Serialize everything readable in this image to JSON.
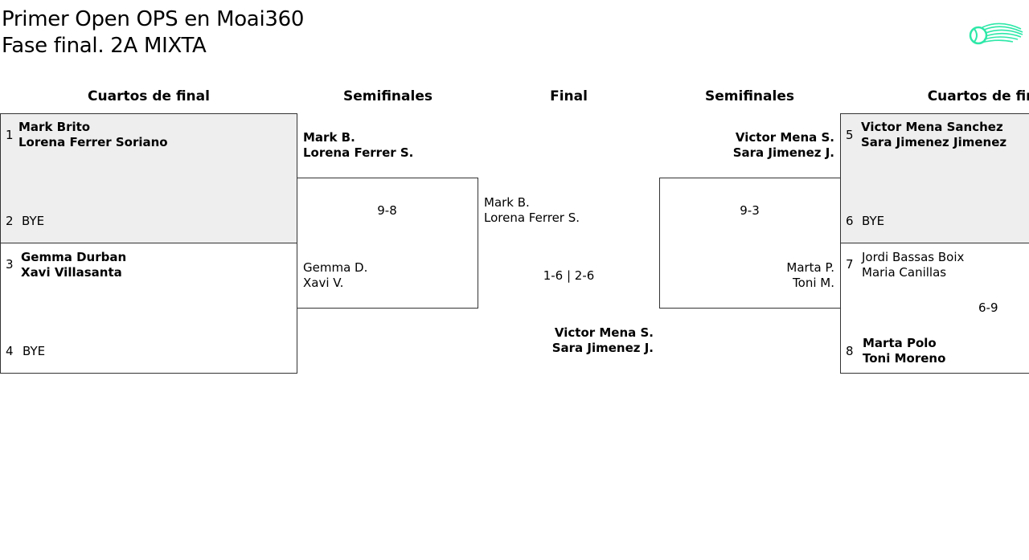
{
  "header": {
    "title": "Primer Open OPS en Moai360",
    "subtitle": "Fase final. 2A MIXTA",
    "logo_icon": "tennis-ball-logo-icon",
    "logo_color": "#2ee8a8"
  },
  "columns": {
    "left_quarters": "Cuartos de final",
    "left_semis": "Semifinales",
    "final": "Final",
    "right_semis": "Semifinales",
    "right_quarters": "Cuartos de fin"
  },
  "left_quarters": {
    "match1": {
      "seed_a": "1",
      "a1": "Mark Brito",
      "a2": "Lorena Ferrer Soriano",
      "seed_b": "2",
      "b": "BYE"
    },
    "match2": {
      "seed_a": "3",
      "a1": "Gemma Durban",
      "a2": "Xavi Villasanta",
      "seed_b": "4",
      "b": "BYE"
    }
  },
  "left_semis": {
    "top_p1": "Mark B.",
    "top_p2": "Lorena Ferrer S.",
    "score": "9-8",
    "bottom_p1": "Gemma D.",
    "bottom_p2": "Xavi V."
  },
  "final": {
    "top_p1": "Mark B.",
    "top_p2": "Lorena Ferrer S.",
    "score": "1-6 | 2-6",
    "winner_p1": "Victor Mena S.",
    "winner_p2": "Sara Jimenez J."
  },
  "right_semis": {
    "top_p1": "Victor Mena S.",
    "top_p2": "Sara Jimenez J.",
    "score": "9-3",
    "bottom_p1": "Marta P.",
    "bottom_p2": "Toni M."
  },
  "right_quarters": {
    "match1": {
      "seed_a": "5",
      "a1": "Victor Mena Sanchez",
      "a2": "Sara Jimenez Jimenez",
      "seed_b": "6",
      "b": "BYE"
    },
    "match2": {
      "seed_a": "7",
      "a1": "Jordi Bassas Boix",
      "a2": "Maria Canillas",
      "score": "6-9",
      "seed_b": "8",
      "b1": "Marta Polo",
      "b2": "Toni Moreno"
    }
  },
  "colors": {
    "bye_fill": "#eeeeee",
    "line": "#333333"
  }
}
